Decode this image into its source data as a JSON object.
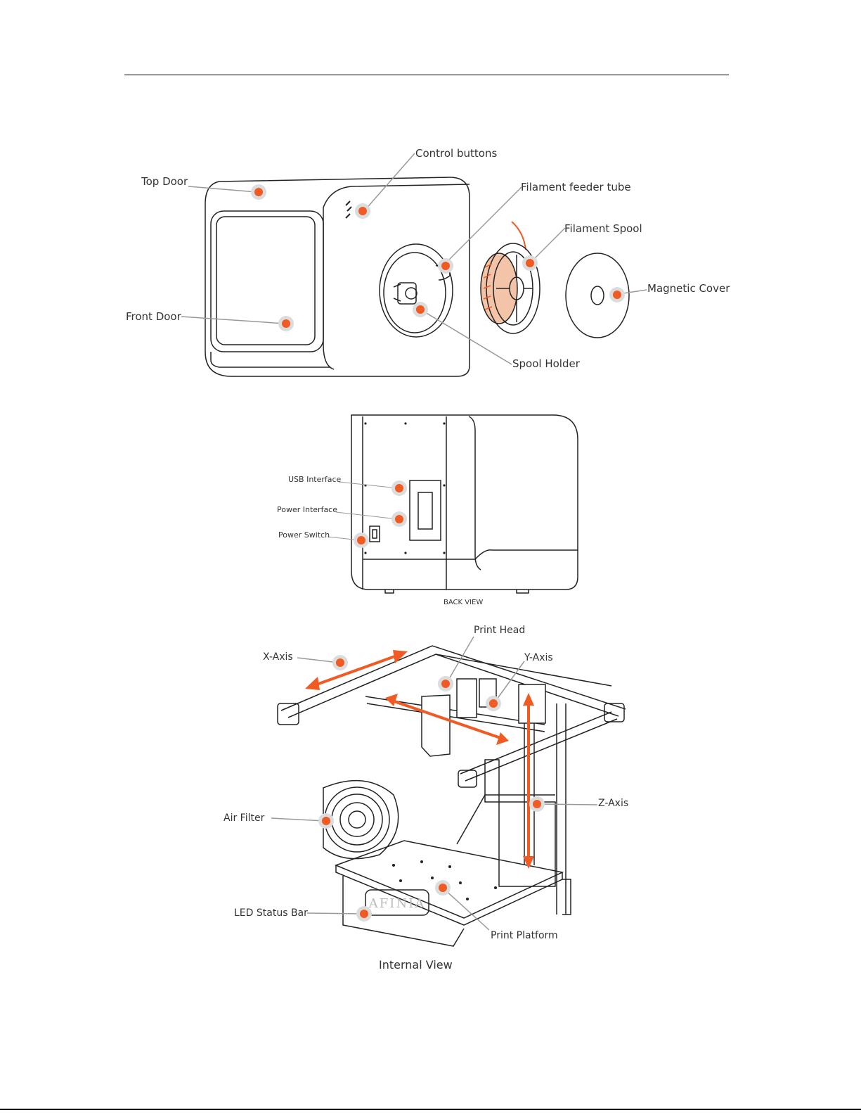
{
  "figure1": {
    "labels": {
      "top_door": "Top Door",
      "front_door": "Front Door",
      "control_buttons": "Control buttons",
      "filament_feeder_tube": "Filament feeder tube",
      "filament_spool": "Filament Spool",
      "magnetic_cover": "Magnetic Cover",
      "spool_holder": "Spool Holder"
    }
  },
  "figure2": {
    "labels": {
      "usb_interface": "USB Interface",
      "power_interface": "Power Interface",
      "power_switch": "Power Switch"
    },
    "caption": "BACK VIEW"
  },
  "figure3": {
    "labels": {
      "x_axis": "X-Axis",
      "print_head": "Print Head",
      "y_axis": "Y-Axis",
      "z_axis": "Z-Axis",
      "air_filter": "Air Filter",
      "led_status_bar": "LED Status Bar",
      "print_platform": "Print Platform"
    },
    "brand": "AFINIA",
    "caption": "Internal View"
  },
  "colors": {
    "accent": "#f05a23",
    "halo": "#dcdcdc",
    "line": "#222222"
  }
}
